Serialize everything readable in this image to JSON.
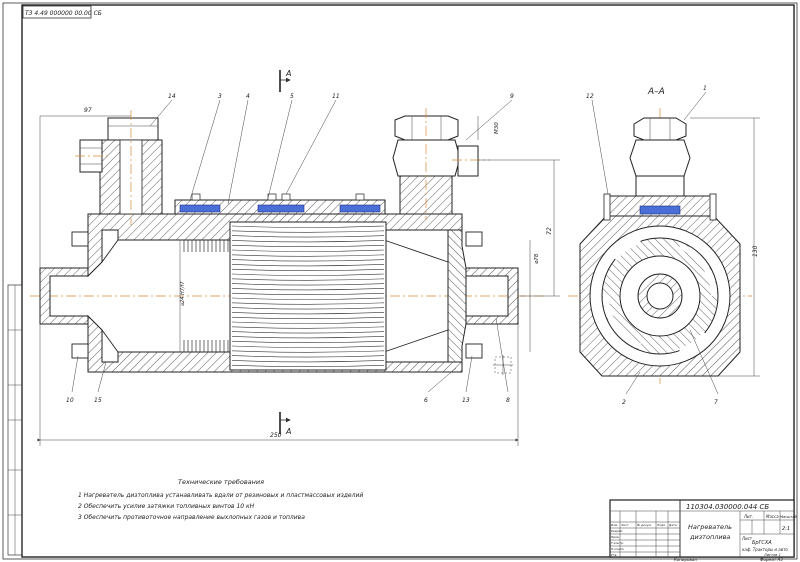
{
  "stamp": "ТЗ 4.49 000000 00.00 СБ",
  "section_mark": "А",
  "section_title": "А–А",
  "callouts": [
    "14",
    "3",
    "4",
    "5",
    "11",
    "9",
    "12",
    "1",
    "10",
    "15",
    "6",
    "13",
    "8",
    "2",
    "7"
  ],
  "dims": {
    "overall_length": "250",
    "top_offset": "97",
    "height_right": "130",
    "height_side": "72",
    "bore": "М30",
    "diameter_mid": "⌀78",
    "diameter_port": "⌀24 Н7/f7"
  },
  "notes": {
    "heading": "Технические требования",
    "items": [
      "1 Нагреватель дизтоплива устанавливать вдали от резиновых и пластмассовых изделий",
      "2 Обеспечить усилие затяжки топливных винтов 10 кН",
      "3 Обеспечить противоточное направление выхлопных газов и топлива"
    ]
  },
  "title_block": {
    "doc_number": "110304.030000.044 СБ",
    "name_line1": "Нагреватель",
    "name_line2": "дизтоплива",
    "stage_label": "Лит.",
    "mass_label": "Масса",
    "scale_label": "Масштаб",
    "scale_value": "2:1",
    "sheet_label": "Лист",
    "sheets_label": "Листов 1",
    "org_line1": "БрГСХА",
    "org_line2": "каф. Тракторы и авто",
    "copied": "Копировал",
    "format": "Формат А3",
    "roles": [
      "Изм.",
      "Лист",
      "№ докум.",
      "Подп.",
      "Дата",
      "Разраб.",
      "Пров.",
      "Т.контр.",
      "Н.контр.",
      "Утв."
    ]
  }
}
